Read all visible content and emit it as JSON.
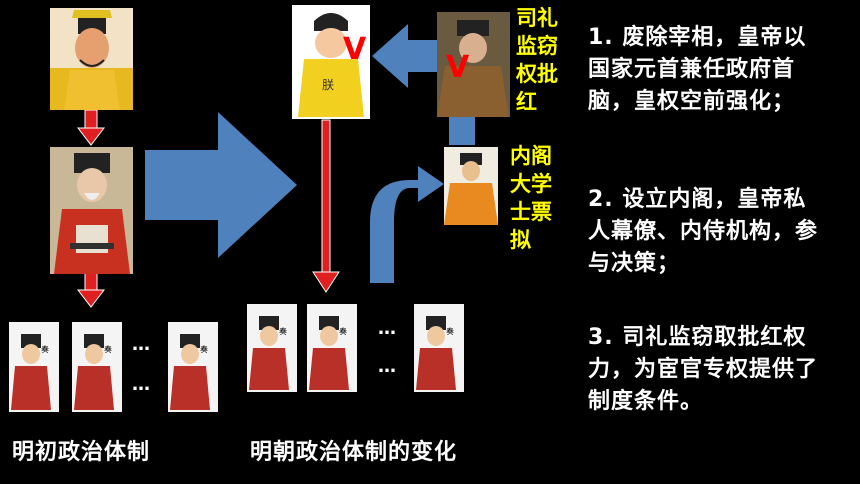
{
  "labels": {
    "left_caption": "明初政治体制",
    "middle_caption": "明朝政治体制的变化",
    "silijian": "司礼监窃权批红",
    "neige": "内阁大学士票拟",
    "ellipsis": "…",
    "check_mark": "V"
  },
  "points": [
    "1. 废除宰相，皇帝以国家元首兼任政府首脑，皇权空前强化；",
    "2. 设立内阁，皇帝私人幕僚、内侍机构，参与决策；",
    "3. 司礼监窃取批红权力，为宦官专权提供了制度条件。"
  ],
  "colors": {
    "background": "#000000",
    "arrow_blue": "#4f81bd",
    "arrow_red": "#e02020",
    "highlight": "#ffff00",
    "text": "#ffffff"
  },
  "icons": [
    "emperor-portrait",
    "chancellor-portrait",
    "official-portrait",
    "eunuch-portrait",
    "scholar-portrait",
    "cartoon-emperor"
  ]
}
